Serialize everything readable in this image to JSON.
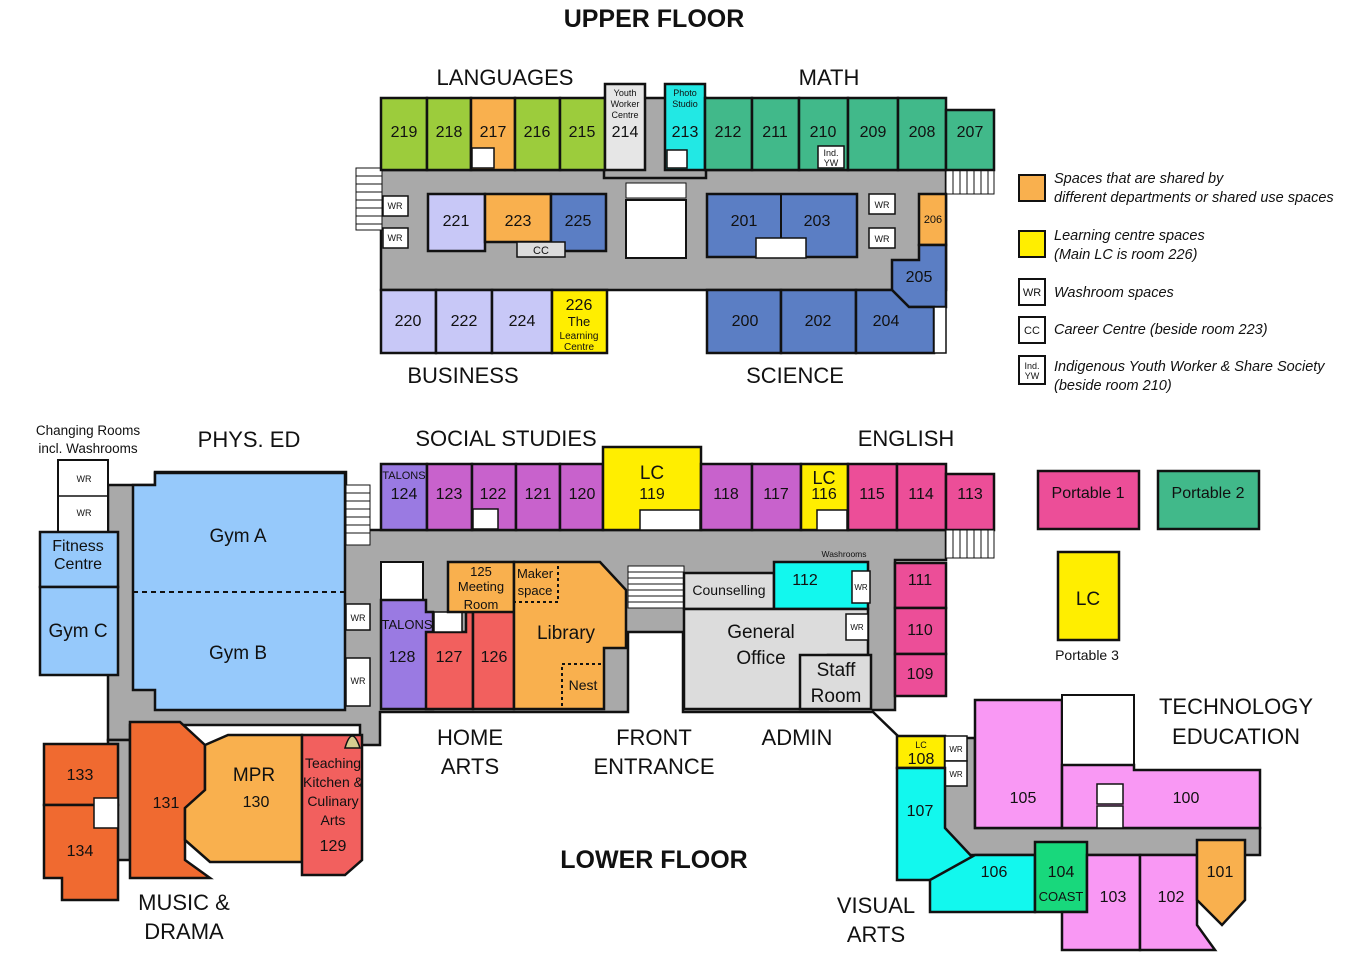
{
  "titles": {
    "upper": "UPPER FLOOR",
    "lower": "LOWER FLOOR"
  },
  "departments": {
    "languages": "LANGUAGES",
    "math": "MATH",
    "business": "BUSINESS",
    "science": "SCIENCE",
    "phys_ed": "PHYS. ED",
    "social_studies": "SOCIAL STUDIES",
    "english": "ENGLISH",
    "home_arts": [
      "HOME",
      "ARTS"
    ],
    "front_entrance": [
      "FRONT",
      "ENTRANCE"
    ],
    "admin": "ADMIN",
    "technology": [
      "TECHNOLOGY",
      "EDUCATION"
    ],
    "music_drama": [
      "MUSIC &",
      "DRAMA"
    ],
    "visual_arts": [
      "VISUAL",
      "ARTS"
    ]
  },
  "colors": {
    "languages": "#9ccc3c",
    "math": "#41b98a",
    "science": "#5b7ec4",
    "business": "#c8c8f7",
    "shared": "#f9b04e",
    "learning_centre": "#ffee00",
    "hallway": "#a9a9a9",
    "photo": "#22e8e4",
    "gym": "#96c9fb",
    "social": "#c862cc",
    "talons": "#9a7ae2",
    "english": "#ec4e98",
    "home_arts": "#f2605e",
    "admin_grey": "#dcdcdc",
    "tech": "#f998f4",
    "visual_arts": "#12f8ee",
    "music": "#f06a30",
    "coast": "#18d87c"
  },
  "upper_rooms": [
    {
      "id": "219",
      "label": "219"
    },
    {
      "id": "218",
      "label": "218"
    },
    {
      "id": "217",
      "label": "217"
    },
    {
      "id": "216",
      "label": "216"
    },
    {
      "id": "215",
      "label": "215"
    },
    {
      "id": "214",
      "label": "214",
      "sub": [
        "Youth",
        "Worker",
        "Centre"
      ]
    },
    {
      "id": "213",
      "label": "213",
      "sub": [
        "Photo",
        "Studio"
      ]
    },
    {
      "id": "212",
      "label": "212"
    },
    {
      "id": "211",
      "label": "211"
    },
    {
      "id": "210",
      "label": "210"
    },
    {
      "id": "209",
      "label": "209"
    },
    {
      "id": "208",
      "label": "208"
    },
    {
      "id": "207",
      "label": "207"
    },
    {
      "id": "221",
      "label": "221"
    },
    {
      "id": "223",
      "label": "223"
    },
    {
      "id": "225",
      "label": "225"
    },
    {
      "id": "201",
      "label": "201"
    },
    {
      "id": "203",
      "label": "203"
    },
    {
      "id": "206",
      "label": "206"
    },
    {
      "id": "205",
      "label": "205"
    },
    {
      "id": "220",
      "label": "220"
    },
    {
      "id": "222",
      "label": "222"
    },
    {
      "id": "224",
      "label": "224"
    },
    {
      "id": "226",
      "label": "226",
      "sub": [
        "The",
        "Learning",
        "Centre"
      ]
    },
    {
      "id": "200",
      "label": "200"
    },
    {
      "id": "202",
      "label": "202"
    },
    {
      "id": "204",
      "label": "204"
    }
  ],
  "upper_small": {
    "cc": "CC",
    "ind": "Ind.",
    "yw": "YW",
    "wr": "WR"
  },
  "lower_rooms": {
    "changing": [
      "Changing Rooms",
      "incl. Washrooms"
    ],
    "gym_a": "Gym A",
    "gym_b": "Gym B",
    "gym_c": "Gym C",
    "fitness": [
      "Fitness",
      "Centre"
    ],
    "talons_124": "TALONS",
    "r124": "124",
    "r123": "123",
    "r122": "122",
    "r121": "121",
    "r120": "120",
    "lc_119": "LC",
    "r119": "119",
    "r118": "118",
    "r117": "117",
    "lc_116": "LC",
    "r116": "116",
    "r115": "115",
    "r114": "114",
    "r113": "113",
    "r125": "125",
    "meeting": [
      "Meeting",
      "Room"
    ],
    "maker": [
      "Maker",
      "space"
    ],
    "library": "Library",
    "nest": "Nest",
    "talons_128": "TALONS",
    "r128": "128",
    "r127": "127",
    "r126": "126",
    "counselling": "Counselling",
    "r112": "112",
    "washrooms": "Washrooms",
    "general_office": [
      "General",
      "Office"
    ],
    "staff_room": [
      "Staff",
      "Room"
    ],
    "r111": "111",
    "r110": "110",
    "r109": "109",
    "mpr": "MPR",
    "r130": "130",
    "r131": "131",
    "r133": "133",
    "r134": "134",
    "teaching": [
      "Teaching",
      "Kitchen &",
      "Culinary",
      "Arts"
    ],
    "r129": "129",
    "lc_108": "LC",
    "r108": "108",
    "r107": "107",
    "r106": "106",
    "r104": "104",
    "coast": "COAST",
    "r103": "103",
    "r102": "102",
    "r101": "101",
    "r105": "105",
    "r100": "100",
    "wr": "WR"
  },
  "portables": [
    {
      "label": "Portable 1",
      "color": "#ec4e98"
    },
    {
      "label": "Portable 2",
      "color": "#41b98a"
    },
    {
      "label": "LC",
      "caption": "Portable 3",
      "color": "#ffee00"
    }
  ],
  "legend": [
    {
      "swatch": "shared",
      "lines": [
        "Spaces that are shared by",
        "different departments or shared use spaces"
      ]
    },
    {
      "swatch": "learning",
      "lines": [
        "Learning centre spaces",
        "(Main LC is room 226)"
      ]
    },
    {
      "swatch": "WR",
      "lines": [
        "Washroom spaces"
      ]
    },
    {
      "swatch": "CC",
      "lines": [
        "Career Centre (beside room 223)"
      ]
    },
    {
      "swatch": "Ind. YW",
      "lines": [
        "Indigenous Youth Worker & Share Society",
        " (beside room 210)"
      ]
    }
  ]
}
